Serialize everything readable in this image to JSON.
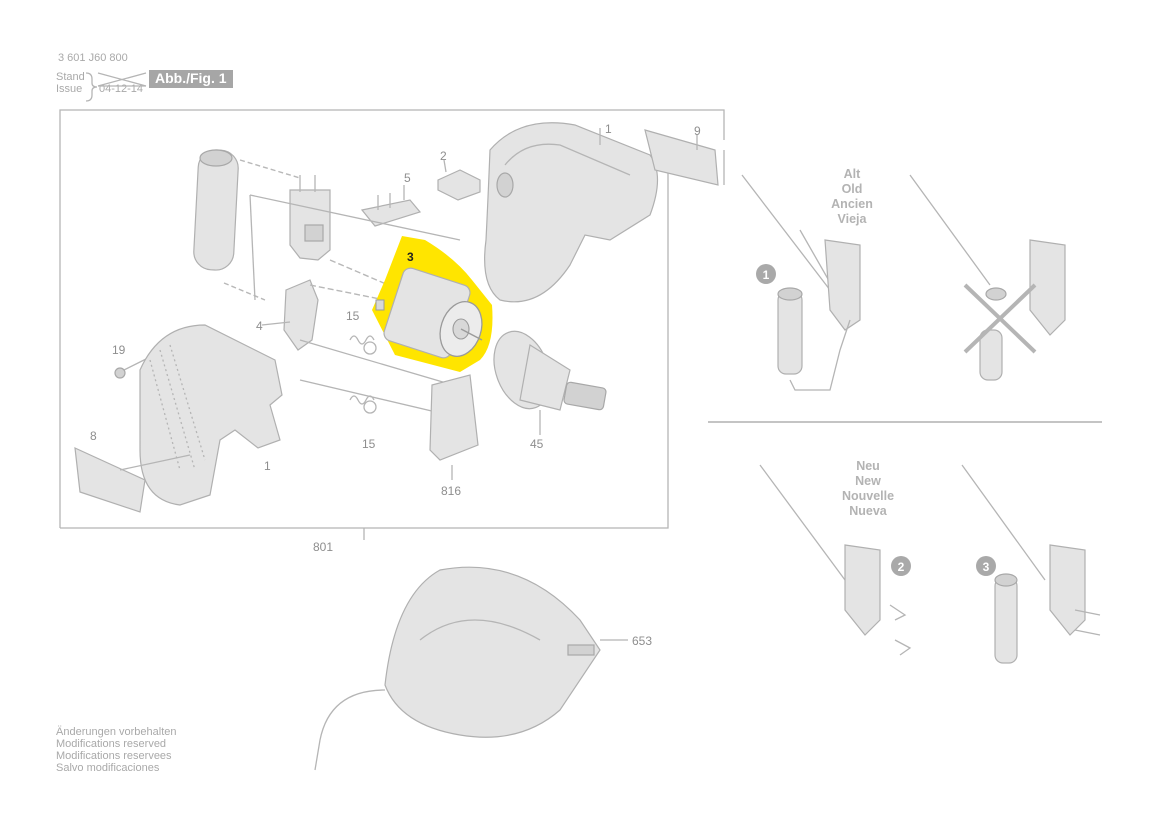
{
  "header": {
    "part_number": "3 601 J60 800",
    "stand_label": "Stand",
    "issue_label": "Issue",
    "issue_date": "04-12-14",
    "figure_badge": "Abb./Fig. 1"
  },
  "callouts": {
    "c1_top": "1",
    "c9": "9",
    "c2": "2",
    "c5": "5",
    "c3": "3",
    "c4": "4",
    "c15_top": "15",
    "c19": "19",
    "c15_bottom": "15",
    "c45": "45",
    "c8": "8",
    "c1_bottom": "1",
    "c816": "816",
    "c801": "801",
    "c653": "653"
  },
  "old_panel": {
    "lines": [
      "Alt",
      "Old",
      "Ancien",
      "Vieja"
    ],
    "step_1": "1"
  },
  "new_panel": {
    "lines": [
      "Neu",
      "New",
      "Nouvelle",
      "Nueva"
    ],
    "step_2": "2",
    "step_3": "3"
  },
  "footer": {
    "lines": [
      "Änderungen vorbehalten",
      "Modifications reserved",
      "Modifications reservees",
      "Salvo modificaciones"
    ]
  },
  "colors": {
    "highlight": "#FFE500",
    "drawing": "#b5b5b5",
    "badge": "#a6a6a6"
  }
}
